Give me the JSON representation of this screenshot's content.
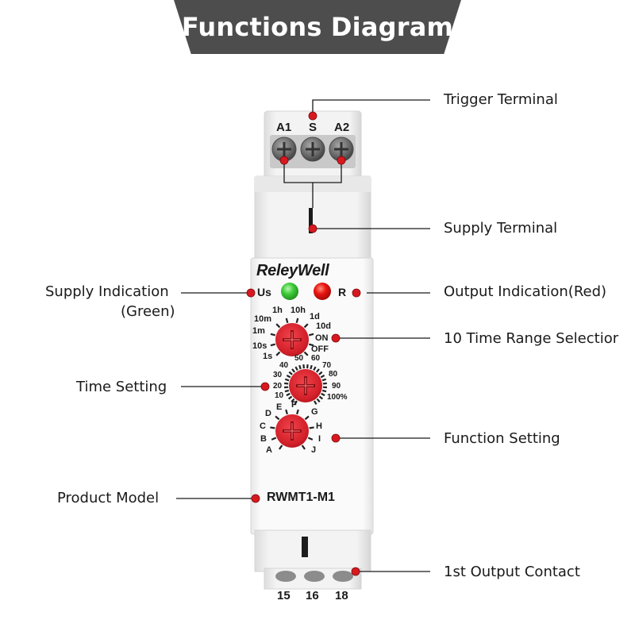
{
  "header": {
    "title": "Functions Diagram"
  },
  "callouts": {
    "trigger_terminal": "Trigger Terminal",
    "supply_terminal": "Supply Terminal",
    "supply_indication": "Supply Indication",
    "supply_indication_sub": "(Green)",
    "output_indication": "Output Indication(Red)",
    "time_range_selection": "10 Time Range Selectior",
    "time_setting": "Time Setting",
    "function_setting": "Function Setting",
    "product_model": "Product Model",
    "output_contact": "1st Output Contact"
  },
  "device": {
    "brand": "ReleyWell",
    "model": "RWMT1-M1",
    "top_terminals": [
      "A1",
      "S",
      "A2"
    ],
    "bottom_terminals": [
      "15",
      "16",
      "18"
    ],
    "led_us": "Us",
    "led_r": "R",
    "time_range_labels": {
      "h1": "1h",
      "h10": "10h",
      "m10": "10m",
      "d1": "1d",
      "m1": "1m",
      "d10": "10d",
      "on": "ON",
      "s10": "10s",
      "off": "OFF",
      "s1": "1s"
    },
    "percent_labels": {
      "p10": "10",
      "p20": "20",
      "p30": "30",
      "p40": "40",
      "p50": "50",
      "p60": "60",
      "p70": "70",
      "p80": "80",
      "p90": "90",
      "p100": "100%"
    },
    "function_labels": {
      "a": "A",
      "b": "B",
      "c": "C",
      "d": "D",
      "e": "E",
      "f": "F",
      "g": "G",
      "h": "H",
      "i": "I",
      "j": "J"
    }
  },
  "colors": {
    "accent": "#d7191f",
    "banner": "#4d4d4d",
    "led_green": "#35b53a",
    "led_red": "#e0101a",
    "knob": "#d9232b"
  }
}
